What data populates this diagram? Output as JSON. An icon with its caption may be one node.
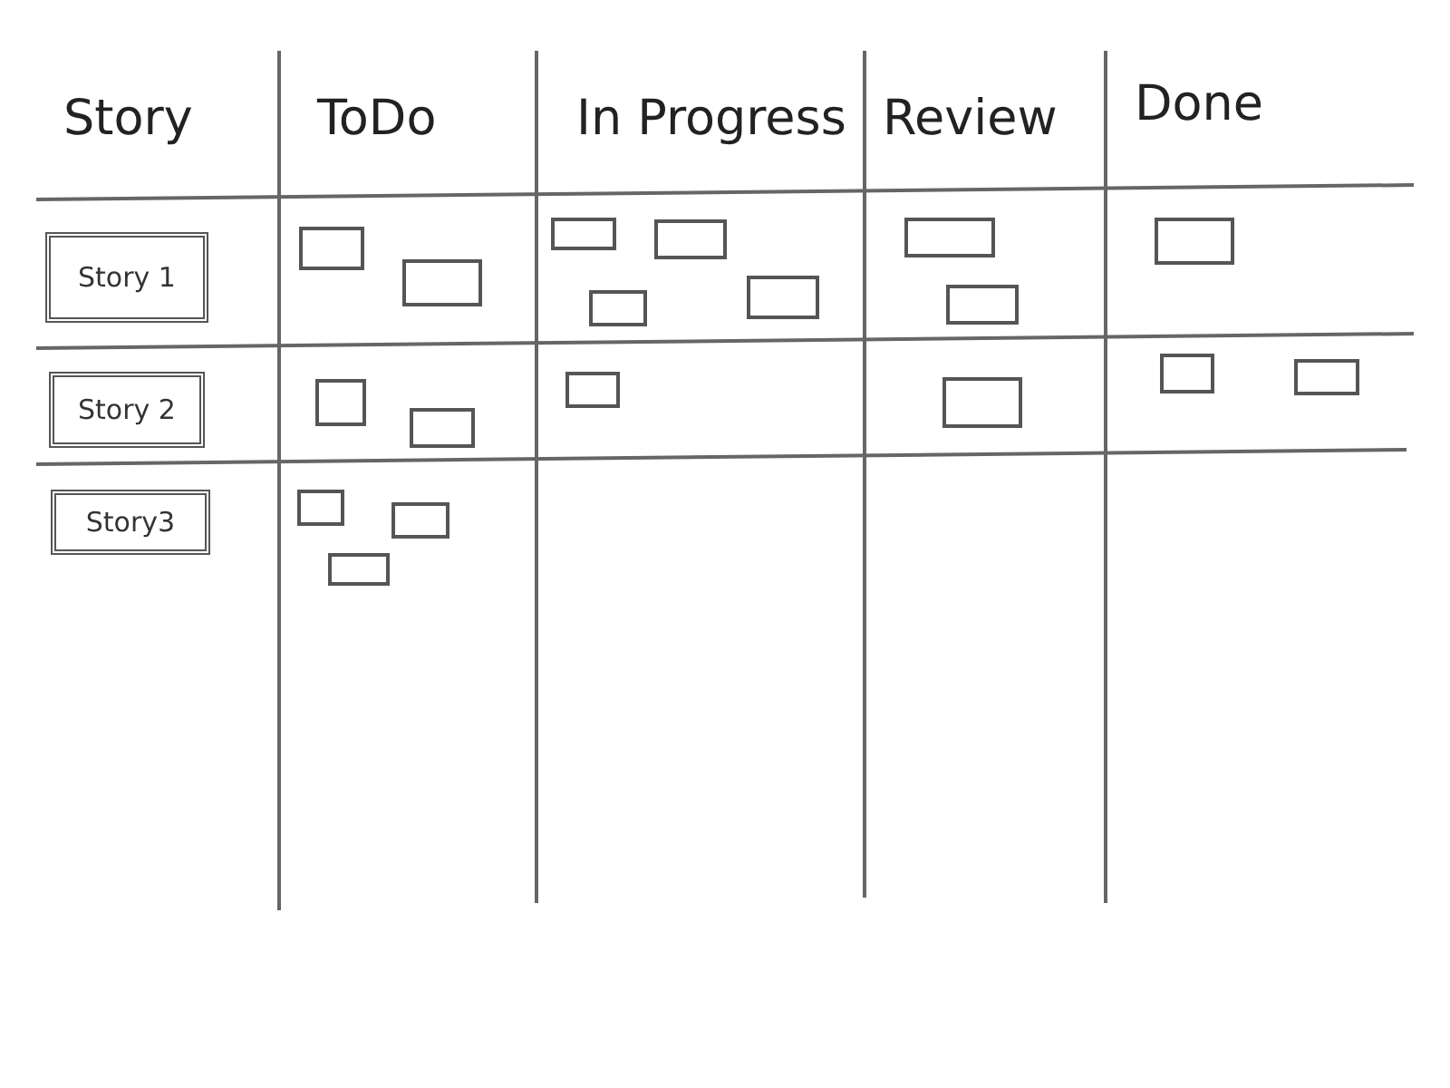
{
  "diagram": {
    "nodes": [
      {
        "text": [
          "Story 1"
        ]
      },
      {
        "text": [],
        "shape": "box"
      },
      {
        "text": [],
        "shape": "box"
      },
      {
        "text": [],
        "shape": "box"
      },
      {
        "text": [],
        "shape": "box"
      },
      {
        "text": [],
        "shape": "box"
      },
      {
        "text": [],
        "shape": "box"
      },
      {
        "text": [],
        "shape": "box"
      },
      {
        "text": [],
        "shape": "box"
      },
      {
        "text": [],
        "shape": "box"
      },
      {
        "text": [
          "Story 2"
        ]
      },
      {
        "text": [],
        "shape": "box"
      },
      {
        "text": [],
        "shape": "box"
      },
      {
        "text": [],
        "shape": "box"
      },
      {
        "text": [],
        "shape": "box"
      },
      {
        "text": [],
        "shape": "box"
      },
      {
        "text": [],
        "shape": "box"
      },
      {
        "text": [
          "Story3"
        ]
      },
      {
        "text": [],
        "shape": "box"
      },
      {
        "text": [],
        "shape": "box"
      },
      {
        "text": [],
        "shape": "box"
      }
    ],
    "edges": [],
    "labels": [
      "Story",
      "ToDo",
      "In Progress",
      "Review",
      "Done"
    ]
  }
}
